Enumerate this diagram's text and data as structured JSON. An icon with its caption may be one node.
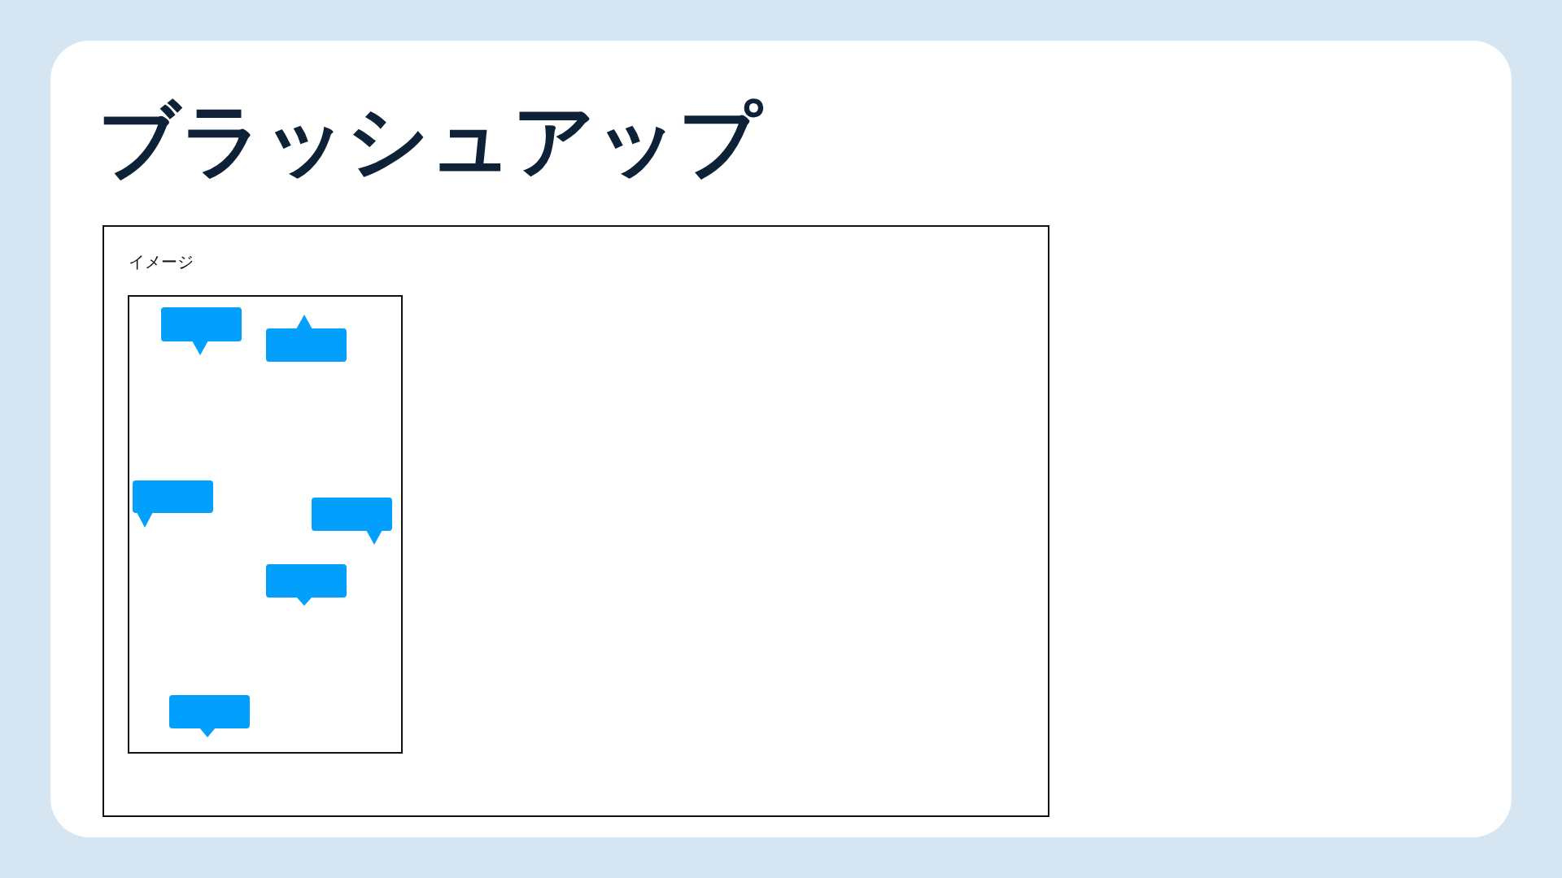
{
  "diagram": {
    "title": "ブラッシュアップ",
    "nodes": [
      {
        "text": [
          "イメージ"
        ]
      },
      {
        "text": [],
        "shape": "box",
        "in": 0
      },
      {
        "text": [],
        "shape": "bubble",
        "in": 1
      },
      {
        "text": [],
        "shape": "bubble",
        "in": 1
      },
      {
        "text": [],
        "shape": "bubble",
        "in": 1
      },
      {
        "text": [],
        "shape": "bubble",
        "in": 1
      },
      {
        "text": [],
        "shape": "bubble",
        "in": 1
      },
      {
        "text": [],
        "shape": "bubble",
        "in": 1
      }
    ]
  }
}
